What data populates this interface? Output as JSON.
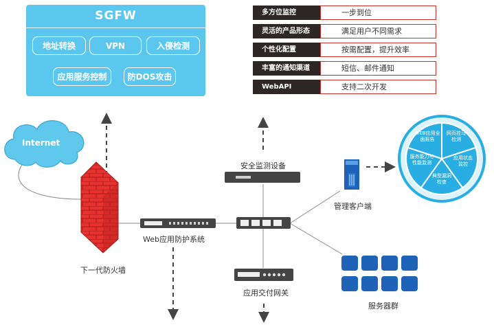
{
  "sgfw": {
    "title": "SGFW",
    "modules": [
      "地址转换",
      "VPN",
      "入侵检测",
      "应用服务控制",
      "防DOS攻击"
    ]
  },
  "features": [
    {
      "key": "多方位监控",
      "value": "一步到位"
    },
    {
      "key": "灵活的产品形态",
      "value": "满足用户不同需求"
    },
    {
      "key": "个性化配置",
      "value": "按需配置，提升效率"
    },
    {
      "key": "丰富的通知渠道",
      "value": "短信、邮件通知"
    },
    {
      "key": "WebAPI",
      "value": "支持二次开发"
    }
  ],
  "nodes": {
    "internet": "Internet",
    "firewall": "下一代防火墙",
    "waf": "Web应用防护系统",
    "security_monitor": "安全监测设备",
    "delivery_gateway": "应用交付网关",
    "mgmt_client": "管理客户端",
    "server_cluster": "服务器群"
  },
  "wheel": {
    "segments": [
      "WEB应用全面报告",
      "网页挂马检测",
      "应用状态监控",
      "典型漏洞检查",
      "服务能力与性能监测"
    ]
  },
  "colors": {
    "panel": "#5cc7ee",
    "cloud": "#60c8ec",
    "firewall": "#e8312f",
    "wheel": "#29aee4",
    "server": "#1e63b8",
    "feature_key_bg": "#2e2727",
    "feature_border": "#c9302c"
  }
}
